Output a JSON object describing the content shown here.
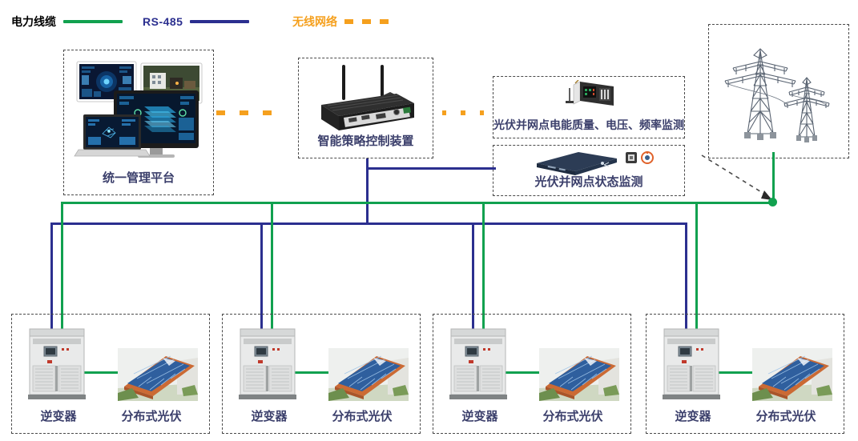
{
  "legend": {
    "items": [
      {
        "label": "电力线缆",
        "style": "solid",
        "color": "#11a14f",
        "text_color": "#111111",
        "icon": "solid-line-swatch"
      },
      {
        "label": "RS-485",
        "style": "solid",
        "color": "#2b2f8f",
        "text_color": "#2b2f8f",
        "icon": "solid-line-swatch"
      },
      {
        "label": "无线网络",
        "style": "dashed",
        "color": "#f5a01e",
        "text_color": "#f5a01e",
        "icon": "dashed-line-swatch"
      }
    ]
  },
  "nodes": {
    "platform": {
      "label": "统一管理平台",
      "icon": "monitors-and-laptop-image"
    },
    "controller": {
      "label": "智能策略控制装置",
      "icon": "industrial-gateway-image"
    },
    "power_quality": {
      "label": "光伏并网点电能质量、电压、频率监测",
      "icon": "meter-device-image"
    },
    "grid_status": {
      "label": "光伏并网点状态监测",
      "icon": "rack-server-image"
    },
    "grid": {
      "label": "",
      "icon": "transmission-tower-image"
    }
  },
  "plants": [
    {
      "inverter_label": "逆变器",
      "pv_label": "分布式光伏",
      "inverter_icon": "inverter-cabinet-image",
      "pv_icon": "rooftop-solar-panel-image"
    },
    {
      "inverter_label": "逆变器",
      "pv_label": "分布式光伏",
      "inverter_icon": "inverter-cabinet-image",
      "pv_icon": "rooftop-solar-panel-image"
    },
    {
      "inverter_label": "逆变器",
      "pv_label": "分布式光伏",
      "inverter_icon": "inverter-cabinet-image",
      "pv_icon": "rooftop-solar-panel-image"
    },
    {
      "inverter_label": "逆变器",
      "pv_label": "分布式光伏",
      "inverter_icon": "inverter-cabinet-image",
      "pv_icon": "rooftop-solar-panel-image"
    }
  ],
  "colors": {
    "power_cable": "#11a14f",
    "rs485": "#2b2f8f",
    "wireless": "#f5a01e",
    "box_border": "#4a4a4a",
    "caption": "#3b3f6b"
  }
}
